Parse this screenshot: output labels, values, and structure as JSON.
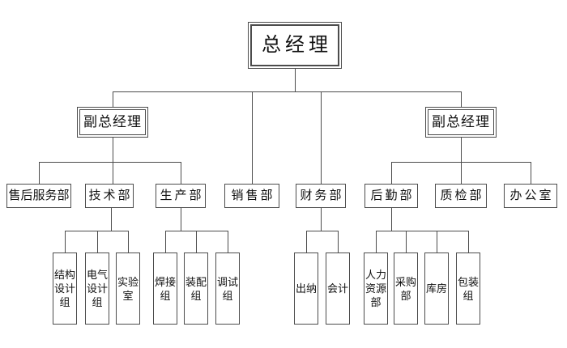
{
  "org_chart": {
    "type": "org-tree",
    "root": {
      "id": "general-manager",
      "label": "总经理"
    },
    "level2": [
      {
        "id": "deputy-gm-left",
        "label": "副总经理",
        "reports_to": "general-manager"
      },
      {
        "id": "deputy-gm-right",
        "label": "副总经理",
        "reports_to": "general-manager"
      }
    ],
    "level3": [
      {
        "id": "after-sales-service",
        "label": "售后服务部",
        "reports_to": "deputy-gm-left"
      },
      {
        "id": "technology",
        "label": "技术部",
        "reports_to": "deputy-gm-left"
      },
      {
        "id": "production",
        "label": "生产部",
        "reports_to": "deputy-gm-left"
      },
      {
        "id": "sales",
        "label": "销售部",
        "reports_to": "general-manager"
      },
      {
        "id": "finance",
        "label": "财务部",
        "reports_to": "general-manager"
      },
      {
        "id": "logistics",
        "label": "后勤部",
        "reports_to": "deputy-gm-right"
      },
      {
        "id": "quality-inspection",
        "label": "质检部",
        "reports_to": "deputy-gm-right"
      },
      {
        "id": "office",
        "label": "办公室",
        "reports_to": "deputy-gm-right"
      }
    ],
    "level4": [
      {
        "id": "structural-design",
        "label": "结构设计组",
        "reports_to": "technology"
      },
      {
        "id": "electrical-design",
        "label": "电气设计组",
        "reports_to": "technology"
      },
      {
        "id": "laboratory",
        "label": "实验室",
        "reports_to": "technology"
      },
      {
        "id": "welding",
        "label": "焊接组",
        "reports_to": "production"
      },
      {
        "id": "assembly",
        "label": "装配组",
        "reports_to": "production"
      },
      {
        "id": "debugging",
        "label": "调试组",
        "reports_to": "production"
      },
      {
        "id": "cashier",
        "label": "出纳",
        "reports_to": "finance"
      },
      {
        "id": "accounting",
        "label": "会计",
        "reports_to": "finance"
      },
      {
        "id": "human-resources",
        "label": "人力资源部",
        "reports_to": "logistics"
      },
      {
        "id": "purchasing",
        "label": "采购部",
        "reports_to": "logistics"
      },
      {
        "id": "warehouse",
        "label": "库房",
        "reports_to": "logistics"
      },
      {
        "id": "packaging",
        "label": "包装组",
        "reports_to": "logistics"
      }
    ]
  },
  "colors": {
    "line": "#4c4c4c",
    "text": "#111111",
    "background": "#ffffff"
  }
}
